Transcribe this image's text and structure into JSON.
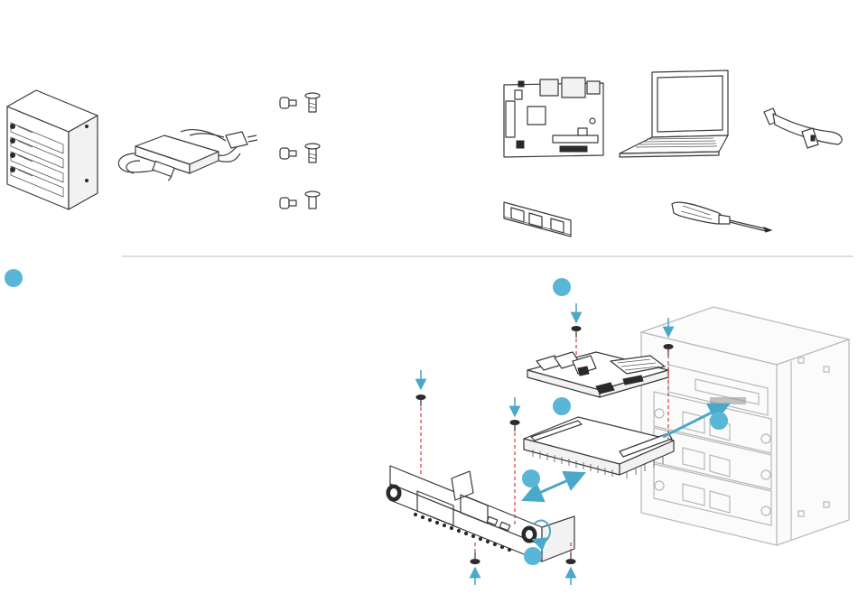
{
  "figure": {
    "top_row_items": [
      {
        "icon": "enclosure-chassis"
      },
      {
        "icon": "power-adapter"
      },
      {
        "icon": "screws-set"
      },
      {
        "icon": "motherboard"
      },
      {
        "icon": "laptop"
      },
      {
        "icon": "sata-cable"
      },
      {
        "icon": "memory-module"
      },
      {
        "icon": "screwdriver"
      }
    ],
    "step_marker_color": "#5ab6d6",
    "guide_line_color": "#d23a3a",
    "arrow_color": "#4aa8c8",
    "step_markers": 6
  }
}
